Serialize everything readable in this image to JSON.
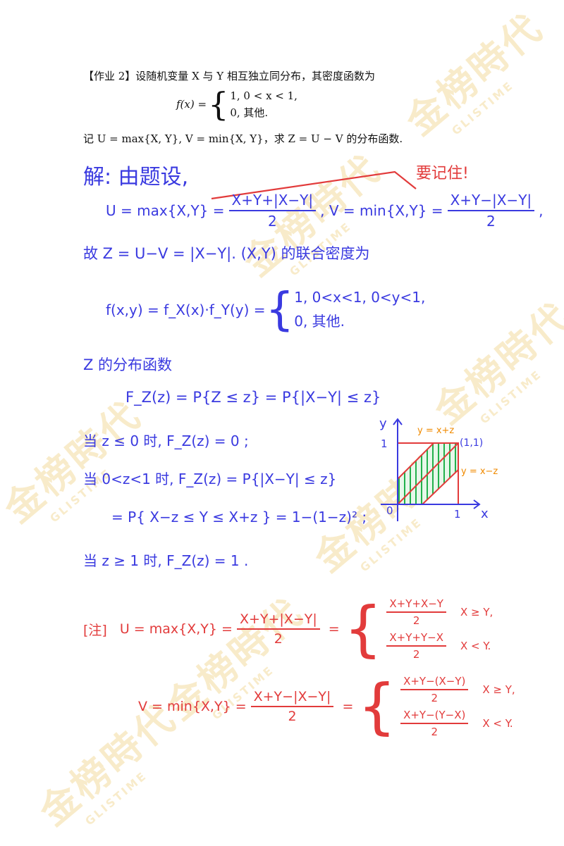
{
  "watermark": {
    "text": "金榜時代",
    "sub": "GLISTIME"
  },
  "problem": {
    "line1": "【作业 2】设随机变量 X 与 Y 相互独立同分布，其密度函数为",
    "fx_label": "f(x) =",
    "case1": "1,    0 < x < 1,",
    "case2": "0,        其他.",
    "line3": "记 U = max{X, Y}, V = min{X, Y}，求 Z = U − V 的分布函数."
  },
  "solution": {
    "heading": "解: 由题设,",
    "annotation": "要记住!",
    "u_left": "U = max{X,Y} =",
    "u_num": "X+Y+|X−Y|",
    "u_den": "2",
    "v_left": ",   V = min{X,Y} =",
    "v_num": "X+Y−|X−Y|",
    "v_den": "2",
    "v_tail": ",",
    "z_line": "故  Z = U−V = |X−Y|.  (X,Y) 的联合密度为",
    "joint_left": "f(x,y) = f_X(x)·f_Y(y) =",
    "joint_c1": "1,   0<x<1,  0<y<1,",
    "joint_c2": "0,          其他.",
    "dist_heading": "Z 的分布函数",
    "fz_def": "F_Z(z) = P{Z ≤ z} = P{|X−Y| ≤ z}",
    "case_a": "当 z ≤ 0 时,   F_Z(z) = 0 ;",
    "case_b": "当 0<z<1 时,  F_Z(z) = P{|X−Y| ≤ z}",
    "case_b2": "= P{ X−z ≤ Y ≤ X+z } = 1−(1−z)² ;",
    "case_c": "当 z ≥ 1 时,  F_Z(z) = 1 ."
  },
  "graph": {
    "y_axis": "y",
    "x_axis": "x",
    "origin": "0",
    "tick_x": "1",
    "tick_y": "1",
    "corner": "(1,1)",
    "upper_line": "y = x+z",
    "lower_line": "y = x−z"
  },
  "note": {
    "label": "[注]",
    "u_left": "U = max{X,Y} =",
    "u_num": "X+Y+|X−Y|",
    "u_den": "2",
    "u_c1_num": "X+Y+X−Y",
    "u_c1_den": "2",
    "u_c1_cond": "X ≥ Y,",
    "u_c2_num": "X+Y+Y−X",
    "u_c2_den": "2",
    "u_c2_cond": "X < Y.",
    "v_left": "V = min{X,Y} =",
    "v_num": "X+Y−|X−Y|",
    "v_den": "2",
    "v_c1_num": "X+Y−(X−Y)",
    "v_c1_den": "2",
    "v_c1_cond": "X ≥ Y,",
    "v_c2_num": "X+Y−(Y−X)",
    "v_c2_den": "2",
    "v_c2_cond": "X < Y."
  },
  "colors": {
    "blue_ink": "#3a3ae0",
    "red_ink": "#e23b3b",
    "orange_ink": "#f08a00",
    "green_hatch": "#22b14c",
    "watermark": "#f3dca0"
  }
}
